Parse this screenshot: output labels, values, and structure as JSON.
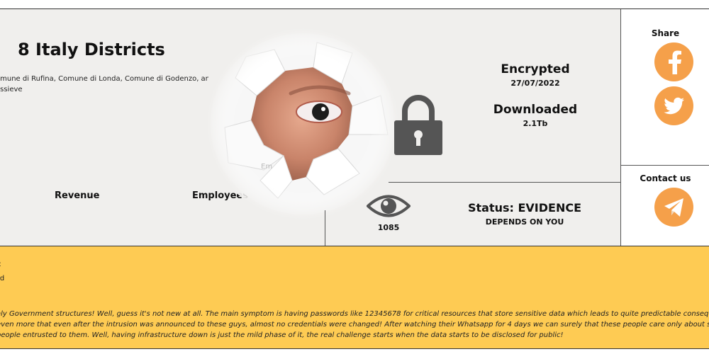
{
  "header": {
    "title": "8 Italy Districts",
    "description_lines": [
      "omune di Rufina, Comune di Londa, Comune di Godenzo, an",
      "assieve"
    ]
  },
  "stats": {
    "revenue_label": "Revenue",
    "employees_label": "Employees",
    "image_hint": "Em"
  },
  "encryption": {
    "encrypted_label": "Encrypted",
    "encrypted_date": "27/07/2022",
    "downloaded_label": "Downloaded",
    "downloaded_size": "2.1Tb"
  },
  "views": {
    "count": "1085"
  },
  "status": {
    "label": "Status: EVIDENCE",
    "sub": "DEPENDS ON YOU"
  },
  "sidebar": {
    "share_title": "Share",
    "contact_title": "Contact us"
  },
  "details": {
    "label1": "c",
    "label2": "rd",
    "text_lines": [
      "aly Government structures! Well, guess it's not new at all. The main symptom is having passwords like 12345678 for critical resources that store sensitive data which leads to quite predictable consequences and",
      "even more that even after the intrusion was announced to these guys, almost no credentials were changed! After watching their Whatsapp for 4 days we can surely that these people care only about saving their job",
      "people entrusted to them. Well, having infrastructure down is just the mild phase of it, the real challenge starts when the data starts to be disclosed for public!"
    ]
  },
  "colors": {
    "accent_orange": "#f5a04a",
    "bottom_panel": "#fecb53",
    "main_panel": "#f0efed",
    "icon_gray": "#555555"
  }
}
